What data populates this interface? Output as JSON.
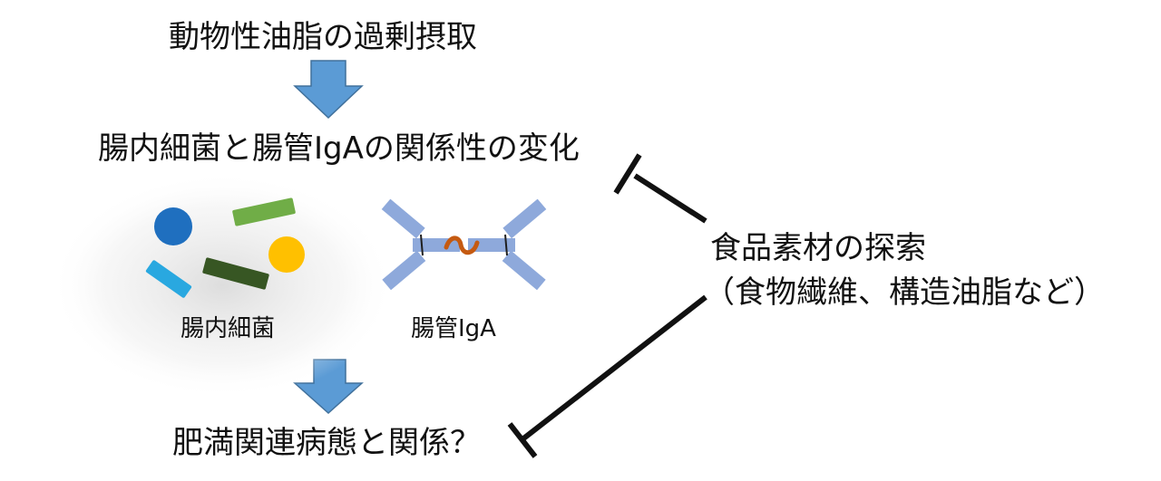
{
  "cause": "動物性油脂の過剰摂取",
  "relationship": "腸内細菌と腸管IgAの関係性の変化",
  "outcome": "肥満関連病態と関係？",
  "bacteria_label": "腸内細菌",
  "iga_label": "腸管IgA",
  "intervention": {
    "line1": "食品素材の探索",
    "line2": "（食物繊維、構造油脂など）"
  },
  "colors": {
    "arrow_fill": "#5b9bd5",
    "arrow_stroke": "#41719c",
    "bacteria_blue": "#1f6fbf",
    "bacteria_green_light": "#70ad47",
    "bacteria_yellow": "#ffc000",
    "bacteria_cyan": "#29a8e0",
    "bacteria_green_dark": "#375623",
    "antibody": "#8ea9db",
    "joining_chain": "#c55a11",
    "inhibition_line": "#111111"
  },
  "icons": [
    "down-arrow-icon",
    "bacteria-icon",
    "iga-antibody-icon",
    "inhibition-line-icon"
  ]
}
